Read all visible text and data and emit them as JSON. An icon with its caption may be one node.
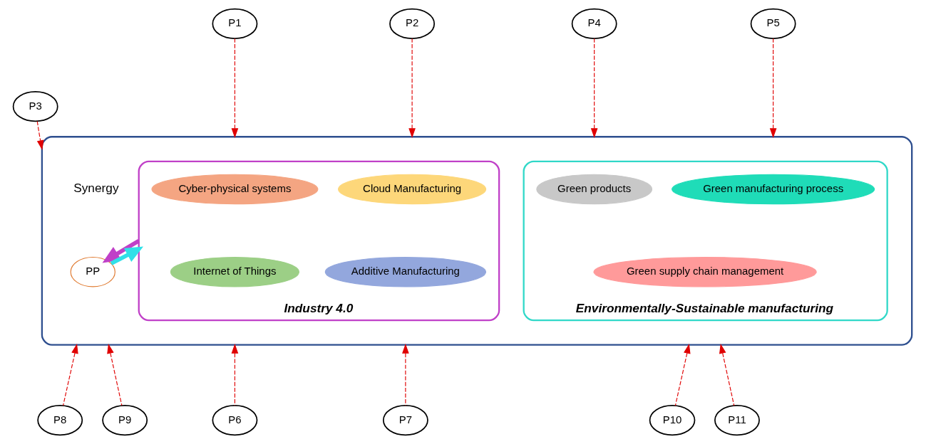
{
  "diagram": {
    "nodes": [
      {
        "text": [],
        "shape": "box"
      },
      {
        "text": [
          "Industry 4.0"
        ],
        "in": 0
      },
      {
        "text": [
          "Cyber-physical systems"
        ],
        "in": 1
      },
      {
        "text": [
          "Cloud Manufacturing"
        ],
        "in": 1
      },
      {
        "text": [
          "Internet of Things"
        ],
        "in": 1
      },
      {
        "text": [
          "Additive Manufacturing"
        ],
        "in": 1
      },
      {
        "text": [
          "PP"
        ],
        "in": 0
      },
      {
        "text": [
          "Environmentally-Sustainable manufacturing"
        ],
        "in": 0
      },
      {
        "text": [
          "Green products"
        ],
        "in": 7
      },
      {
        "text": [
          "Green manufacturing process"
        ],
        "in": 7
      },
      {
        "text": [
          "Green supply chain management"
        ],
        "in": 7
      },
      {
        "text": [
          "P1"
        ]
      },
      {
        "text": [
          "P2"
        ]
      },
      {
        "text": [
          "P3"
        ]
      },
      {
        "text": [
          "P4"
        ]
      },
      {
        "text": [
          "P5"
        ]
      },
      {
        "text": [
          "P6"
        ]
      },
      {
        "text": [
          "P7"
        ]
      },
      {
        "text": [
          "P8"
        ]
      },
      {
        "text": [
          "P9"
        ]
      },
      {
        "text": [
          "P10"
        ]
      },
      {
        "text": [
          "P11"
        ]
      }
    ],
    "edges": [
      {
        "from": 1,
        "to": 6,
        "arrow": "to",
        "style": "thick",
        "color": "#c040c8"
      },
      {
        "from": 6,
        "to": 1,
        "arrow": "to",
        "style": "thick",
        "color": "#30e0e8"
      },
      {
        "from": 11,
        "to": 0,
        "arrow": "to",
        "style": "dashed"
      },
      {
        "from": 12,
        "to": 0,
        "arrow": "to",
        "style": "dashed"
      },
      {
        "from": 13,
        "to": 0,
        "arrow": "to",
        "style": "dashed"
      },
      {
        "from": 14,
        "to": 0,
        "arrow": "to",
        "style": "dashed"
      },
      {
        "from": 15,
        "to": 0,
        "arrow": "to",
        "style": "dashed"
      },
      {
        "from": 16,
        "to": 0,
        "arrow": "to",
        "style": "dashed"
      },
      {
        "from": 17,
        "to": 0,
        "arrow": "to",
        "style": "dashed"
      },
      {
        "from": 18,
        "to": 0,
        "arrow": "to",
        "style": "dashed"
      },
      {
        "from": 19,
        "to": 0,
        "arrow": "to",
        "style": "dashed"
      },
      {
        "from": 20,
        "to": 0,
        "arrow": "to",
        "style": "dashed"
      },
      {
        "from": 21,
        "to": 0,
        "arrow": "to",
        "style": "dashed"
      }
    ],
    "labels": [
      "Synergy"
    ]
  }
}
